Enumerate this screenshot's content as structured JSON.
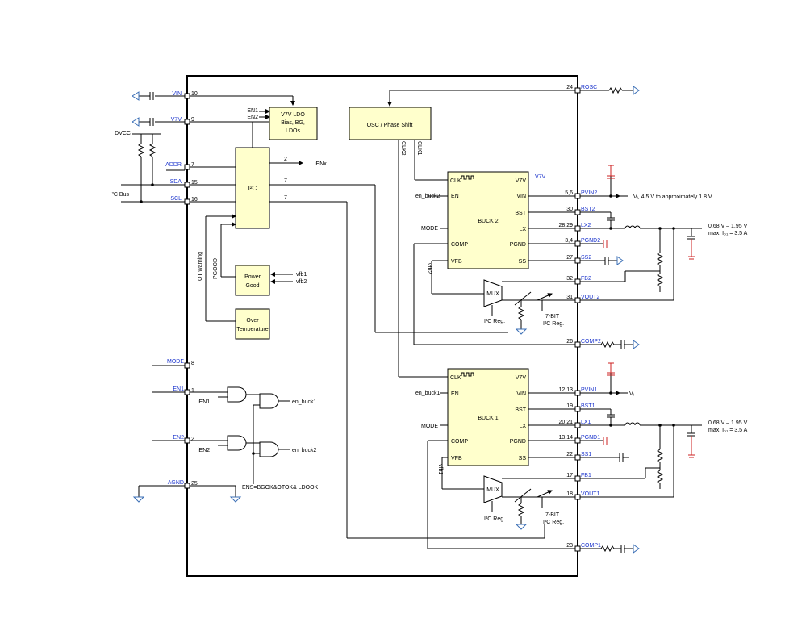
{
  "pins_left": [
    {
      "name": "VIN",
      "num": "10"
    },
    {
      "name": "V7V",
      "num": "9"
    },
    {
      "name": "ADDR",
      "num": "7"
    },
    {
      "name": "SDA",
      "num": "15"
    },
    {
      "name": "SCL",
      "num": "16"
    },
    {
      "name": "MODE",
      "num": "8"
    },
    {
      "name": "EN1",
      "num": "1"
    },
    {
      "name": "EN2",
      "num": "2"
    },
    {
      "name": "AGND",
      "num": "25"
    }
  ],
  "pins_right": [
    {
      "name": "ROSC",
      "num": "24"
    },
    {
      "name": "PVIN2",
      "num": "5,6"
    },
    {
      "name": "BST2",
      "num": "30"
    },
    {
      "name": "LX2",
      "num": "28,29"
    },
    {
      "name": "PGND2",
      "num": "3,4"
    },
    {
      "name": "SS2",
      "num": "27"
    },
    {
      "name": "FB2",
      "num": "32"
    },
    {
      "name": "VOUT2",
      "num": "31"
    },
    {
      "name": "COMP2",
      "num": "26"
    },
    {
      "name": "PVIN1",
      "num": "12,13"
    },
    {
      "name": "BST1",
      "num": "19"
    },
    {
      "name": "LX1",
      "num": "20,21"
    },
    {
      "name": "PGND1",
      "num": "13,14"
    },
    {
      "name": "SS1",
      "num": "22"
    },
    {
      "name": "FB1",
      "num": "17"
    },
    {
      "name": "VOUT1",
      "num": "18"
    },
    {
      "name": "COMP1",
      "num": "23"
    }
  ],
  "labels": {
    "dvcc": "DVCC",
    "i2c_bus": "I²C Bus",
    "ldo": [
      "V7V LDO",
      "Bias, BG,",
      "LDOs"
    ],
    "ldo_en1": "EN1",
    "ldo_en2": "EN2",
    "osc": "OSC / Phase Shift",
    "clk1": "CLK1",
    "clk2": "CLK2",
    "i2c": "I²C",
    "ienx": "iENx",
    "bus7a": "7",
    "bus7b": "7",
    "bus2": "2",
    "ot_warning": "OT warning",
    "pgood": "PGOOD",
    "power_good": [
      "Power",
      "Good"
    ],
    "vfb1": "vfb1",
    "vfb2": "vfb2",
    "over_temp": [
      "Over",
      "Temperature"
    ],
    "buck2": "BUCK 2",
    "buck1": "BUCK 1",
    "clk": "CLK",
    "en": "EN",
    "comp": "COMP",
    "vfb": "VFB",
    "v7v": "V7V",
    "vin": "VIN",
    "bst": "BST",
    "lx": "LX",
    "pgnd": "PGND",
    "ss": "SS",
    "mode_in": "MODE",
    "en_buck1_in": "en_buck1",
    "en_buck2_in": "en_buck2",
    "mux": "MUX",
    "i2c_reg": "I²C Reg.",
    "seven_bit": "7-BIT",
    "vfb1_vert": "vfb1",
    "vfb2_vert": "vfb2",
    "vi_range": "Vᵢ, 4.5 V to approximately 1.8 V",
    "vi": "Vᵢ",
    "vout_range": "0.68 V – 1.95 V",
    "vout_max": "max. I₀₁ = 3.5 A",
    "ien1": "iEN1",
    "ien2": "iEN2",
    "en_buck1_out": "en_buck1",
    "en_buck2_out": "en_buck2",
    "ens": "ENS=BGOK&OTOK& LDOOK"
  }
}
